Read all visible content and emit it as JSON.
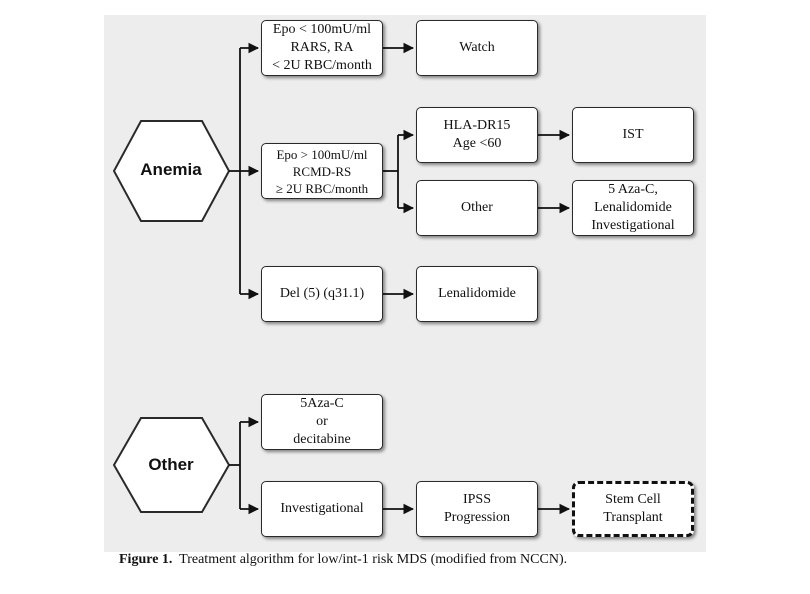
{
  "groups": {
    "anemia": {
      "label": "Anemia"
    },
    "other": {
      "label": "Other"
    }
  },
  "boxes": {
    "epo_low": [
      "Epo < 100mU/ml",
      "RARS, RA",
      "< 2U RBC/month"
    ],
    "watch": [
      "Watch"
    ],
    "epo_high": [
      "Epo > 100mU/ml",
      "RCMD-RS",
      "≥ 2U RBC/month"
    ],
    "hla": [
      "HLA-DR15",
      "Age <60"
    ],
    "ist": [
      "IST"
    ],
    "other_sub": [
      "Other"
    ],
    "aza_len": [
      "5 Aza-C,",
      "Lenalidomide",
      "Investigational"
    ],
    "del5": [
      "Del (5) (q31.1)"
    ],
    "lenalidomide": [
      "Lenalidomide"
    ],
    "aza_dec": [
      "5Aza-C",
      "or",
      "decitabine"
    ],
    "investigational": [
      "Investigational"
    ],
    "ipss": [
      "IPSS",
      "Progression"
    ],
    "stem_cell": [
      "Stem Cell",
      "Transplant"
    ]
  },
  "caption": {
    "label": "Figure 1.",
    "text": "Treatment algorithm for low/int-1 risk MDS (modified from NCCN)."
  },
  "colors": {
    "panel": "#ededed",
    "line": "#111111",
    "box_border": "#2a2a2a"
  }
}
